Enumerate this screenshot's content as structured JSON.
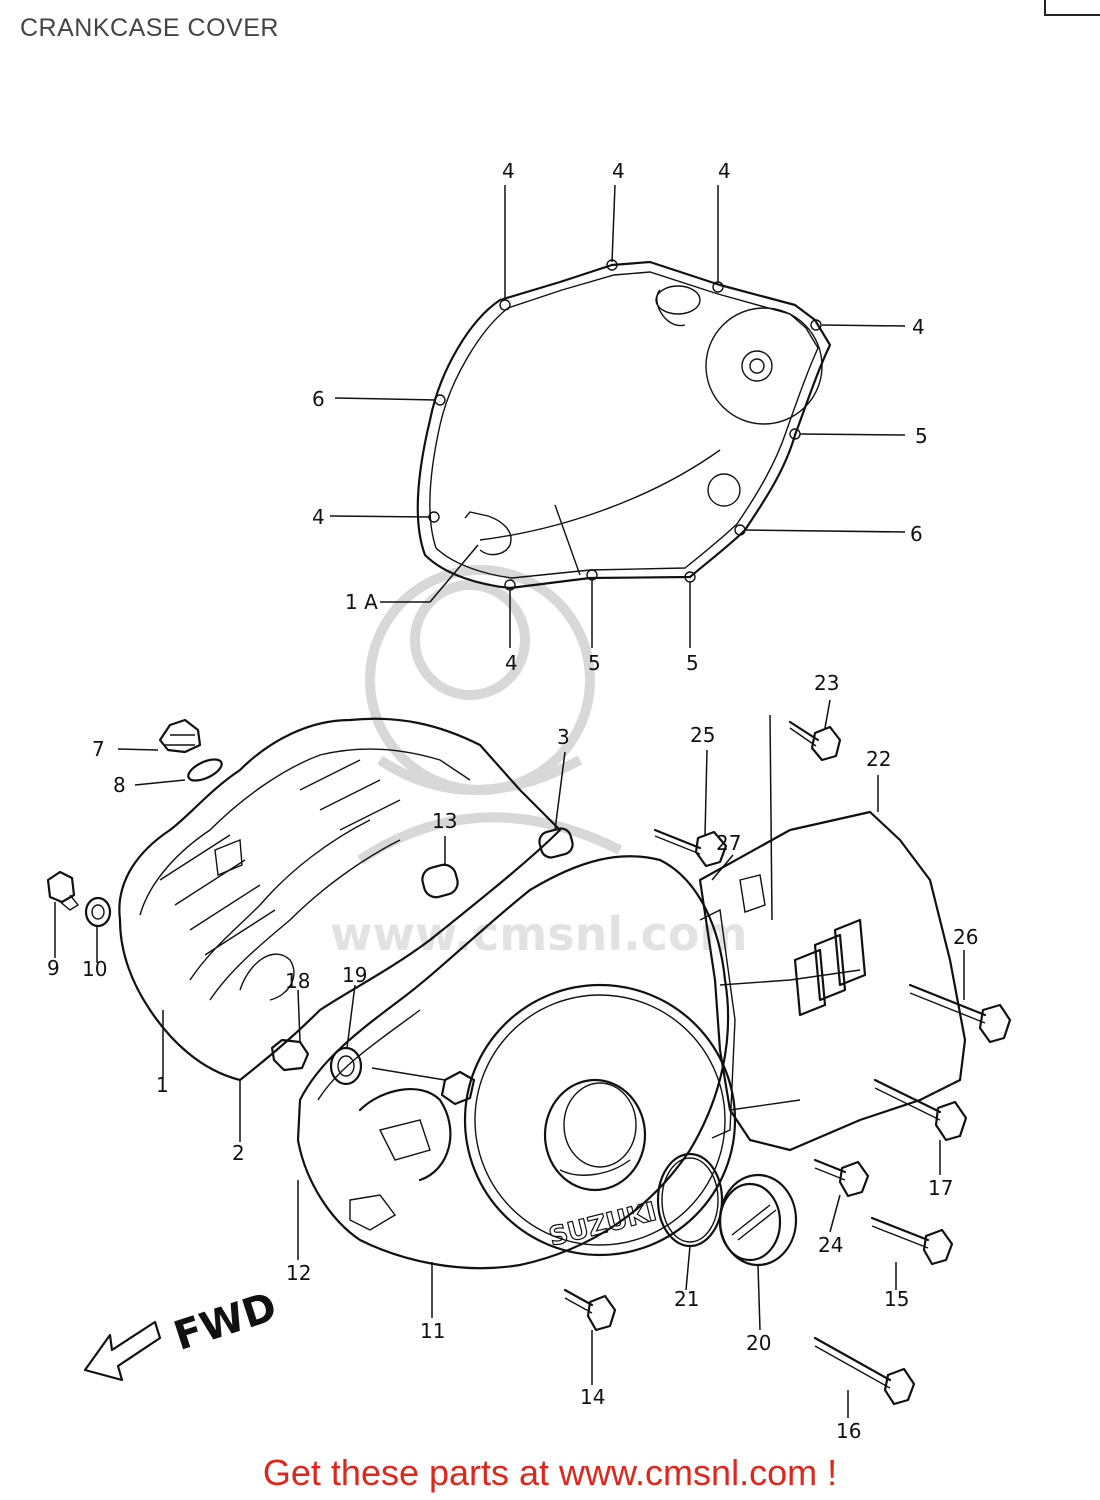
{
  "header": {
    "title": "CRANKCASE COVER"
  },
  "watermark": {
    "text": "www.cmsnl.com"
  },
  "diagram": {
    "direction_label": "FWD",
    "brand_marking": "SUZUKI",
    "callouts": {
      "p1": "1",
      "p1a": "1 A",
      "p2": "2",
      "p3": "3",
      "p4a": "4",
      "p4b": "4",
      "p4c": "4",
      "p4d": "4",
      "p4e": "4",
      "p4f": "4",
      "p5a": "5",
      "p5b": "5",
      "p5c": "5",
      "p6a": "6",
      "p6b": "6",
      "p7": "7",
      "p8": "8",
      "p9": "9",
      "p10": "10",
      "p11": "11",
      "p12": "12",
      "p13": "13",
      "p14": "14",
      "p15": "15",
      "p16": "16",
      "p17": "17",
      "p18": "18",
      "p19": "19",
      "p20": "20",
      "p21": "21",
      "p22": "22",
      "p23": "23",
      "p24": "24",
      "p25": "25",
      "p26": "26",
      "p27": "27"
    }
  },
  "footer": {
    "link_text": "Get these parts at www.cmsnl.com !"
  }
}
